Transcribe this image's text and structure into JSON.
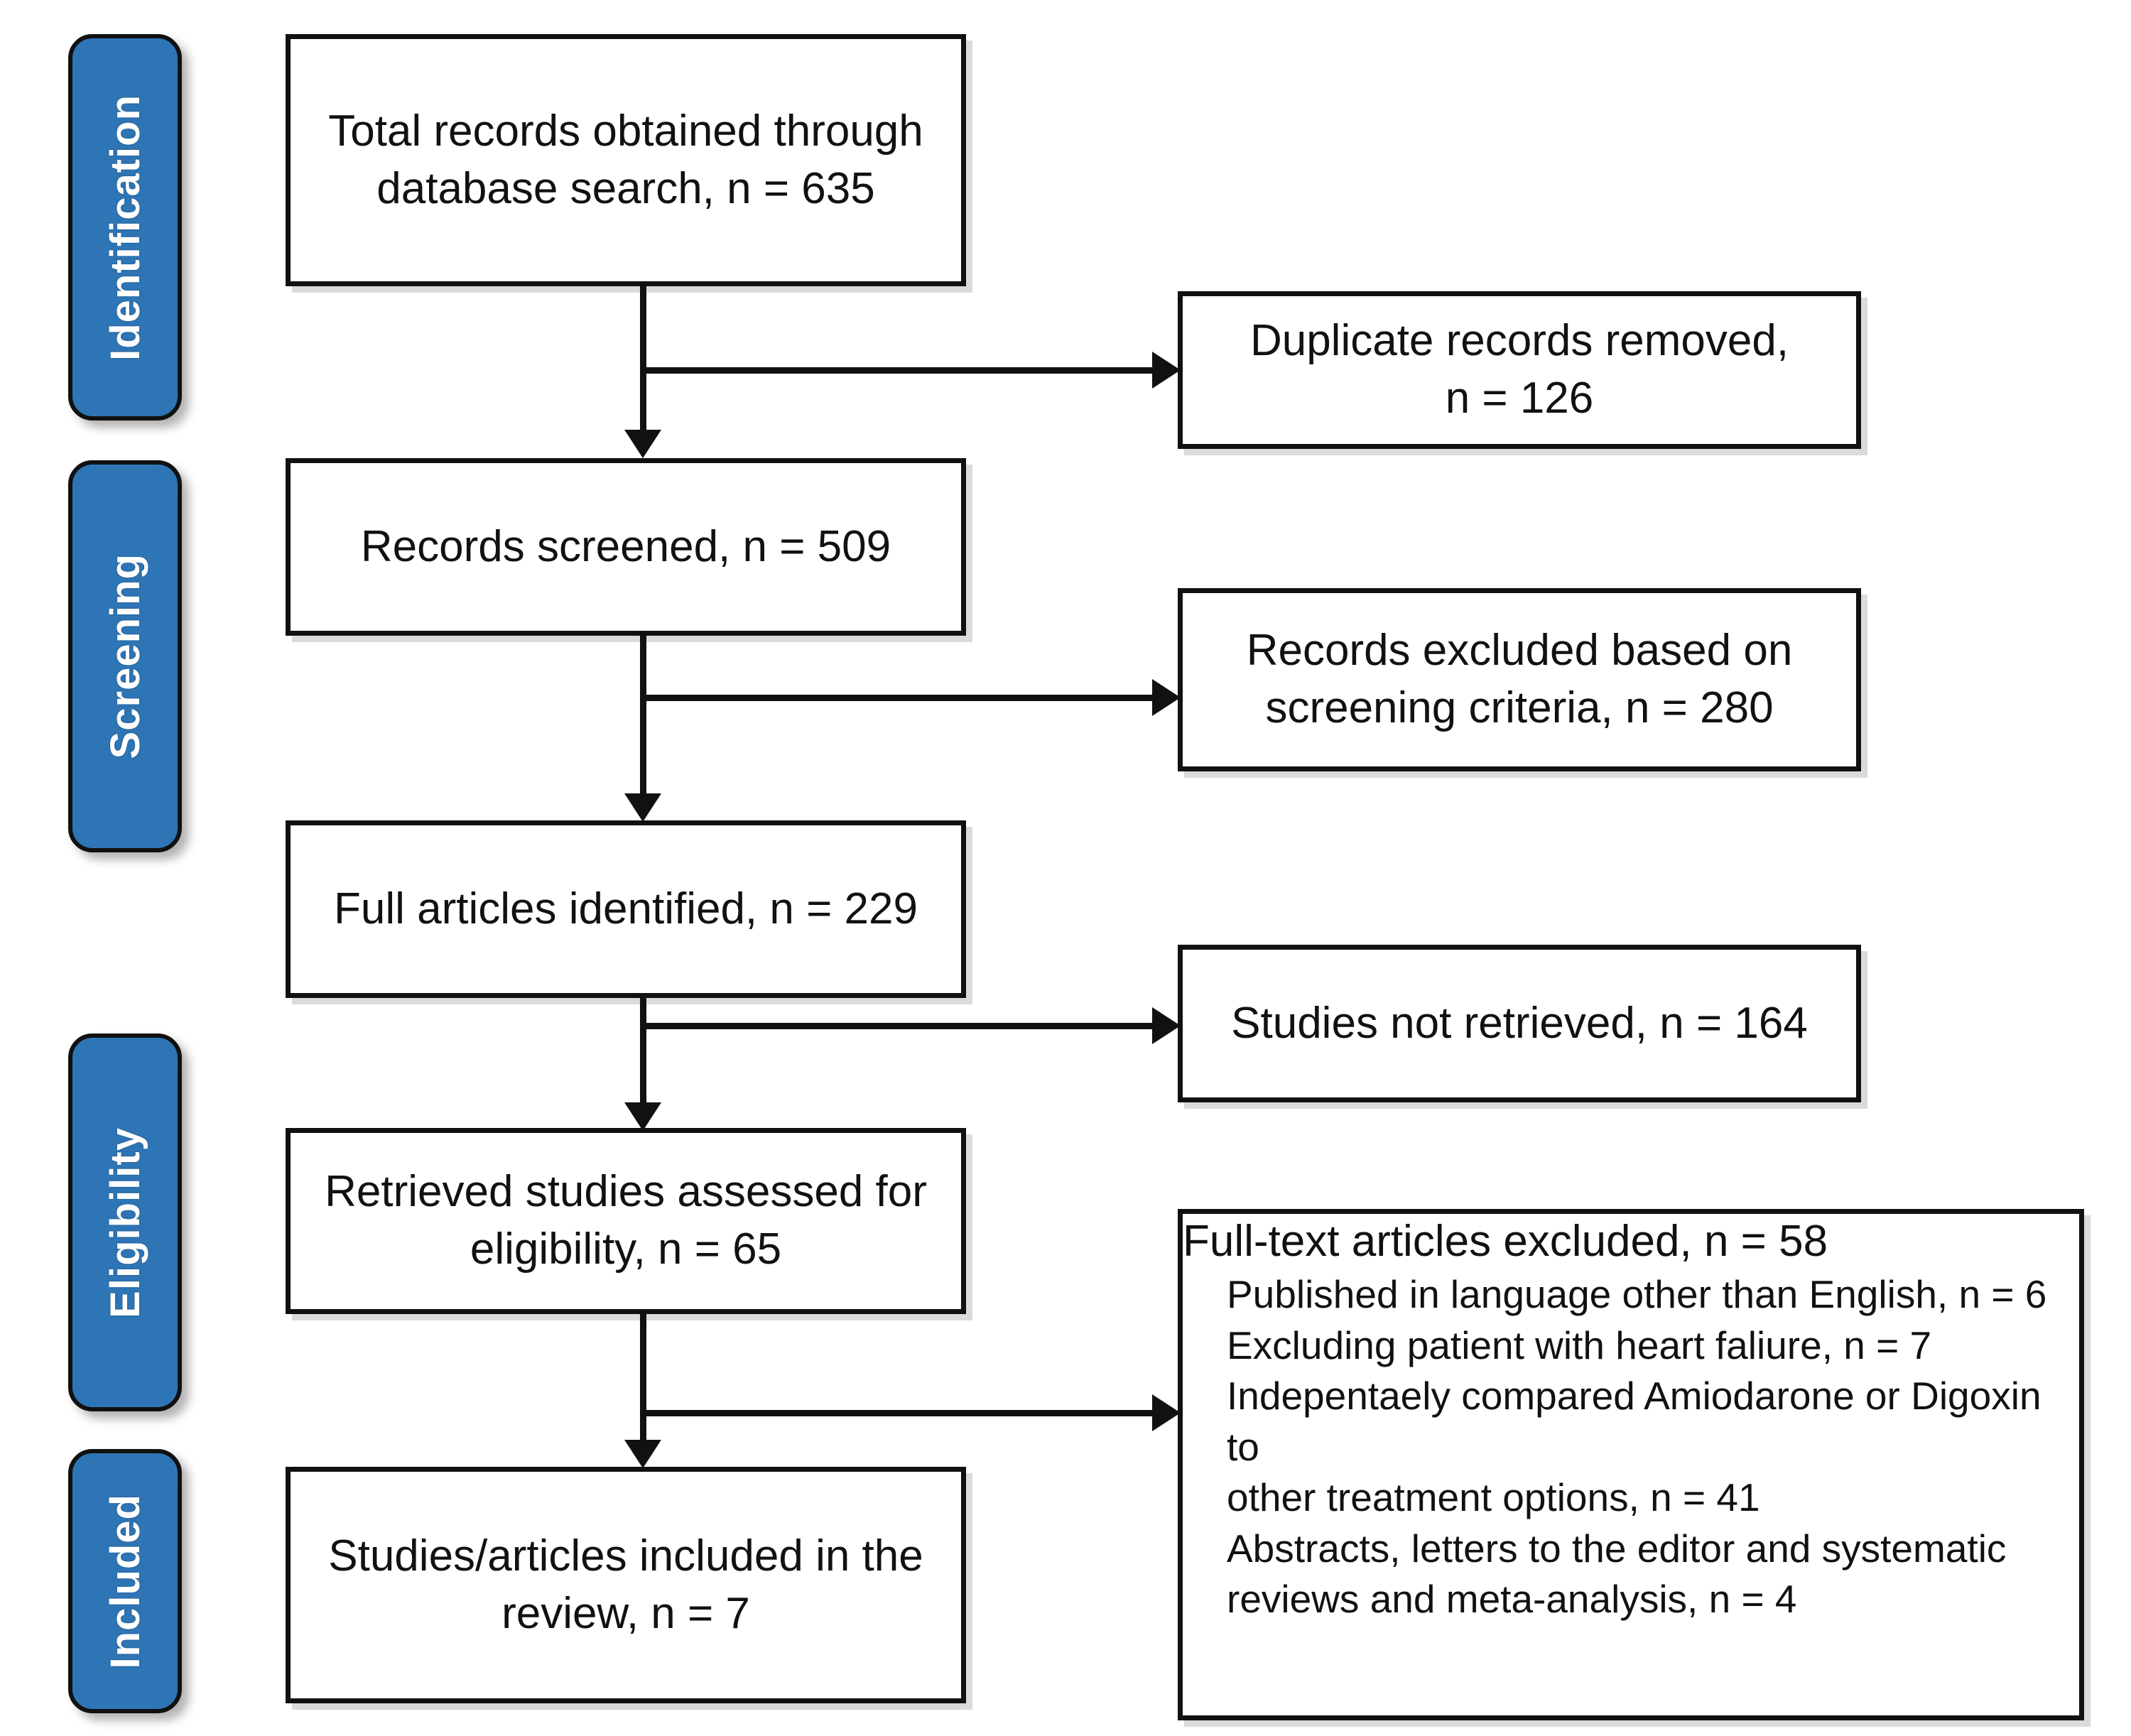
{
  "diagram": {
    "title": "PRISMA study selection flow diagram",
    "accent_color": "#2E75B6",
    "line_color": "#111111",
    "background": "#ffffff"
  },
  "stages": [
    {
      "label": "Identification"
    },
    {
      "label": "Screening"
    },
    {
      "label": "Eligibility"
    },
    {
      "label": "Included"
    }
  ],
  "main_boxes": [
    {
      "text": "Total records obtained through\ndatabase search, n = 635"
    },
    {
      "text": "Records screened, n = 509"
    },
    {
      "text": "Full articles identified, n = 229"
    },
    {
      "text": "Retrieved studies assessed for\neligibility, n = 65"
    },
    {
      "text": "Studies/articles included in the\nreview, n = 7"
    }
  ],
  "side_boxes": [
    {
      "text": "Duplicate records removed,\nn = 126"
    },
    {
      "text": "Records excluded based on\nscreening criteria, n = 280"
    },
    {
      "text": "Studies not retrieved, n = 164"
    }
  ],
  "excluded_box": {
    "heading": "Full-text articles excluded, n = 58",
    "items": [
      "Published in language other than English, n = 6",
      "Excluding patient with heart faliure, n = 7",
      "Indepentaely compared Amiodarone or Digoxin to\nother treatment options, n = 41",
      "Abstracts, letters to the editor and systematic\nreviews and meta-analysis, n = 4"
    ]
  },
  "flow_data": {
    "type": "prisma-flow",
    "identified": 635,
    "duplicates_removed": 126,
    "screened": 509,
    "excluded_screening": 280,
    "full_articles_identified": 229,
    "not_retrieved": 164,
    "assessed_eligibility": 65,
    "fulltext_excluded": 58,
    "fulltext_excluded_reasons": [
      {
        "reason": "Published in language other than English",
        "n": 6
      },
      {
        "reason": "Excluding patient with heart faliure",
        "n": 7
      },
      {
        "reason": "Indepentaely compared Amiodarone or Digoxin to other treatment options",
        "n": 41
      },
      {
        "reason": "Abstracts, letters to the editor and systematic reviews and meta-analysis",
        "n": 4
      }
    ],
    "included": 7
  }
}
